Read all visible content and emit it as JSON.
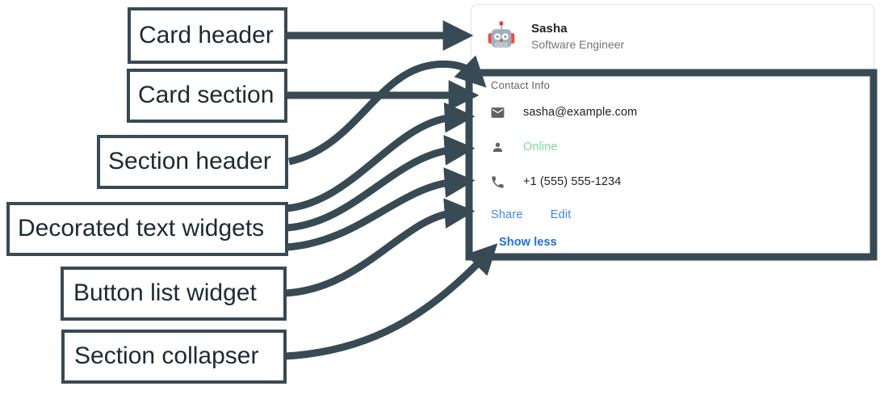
{
  "annotations": {
    "labels": [
      {
        "id": "card-header",
        "text": "Card header"
      },
      {
        "id": "card-section",
        "text": "Card section"
      },
      {
        "id": "section-header",
        "text": "Section header"
      },
      {
        "id": "decorated-text-widgets",
        "text": "Decorated text widgets"
      },
      {
        "id": "button-list-widget",
        "text": "Button list widget"
      },
      {
        "id": "section-collapser",
        "text": "Section collapser"
      }
    ],
    "stroke_color": "#384a54",
    "box_fill": "#ffffff"
  },
  "card": {
    "header": {
      "avatar_icon": "robot-avatar-icon",
      "title": "Sasha",
      "subtitle": "Software Engineer"
    },
    "section": {
      "header": "Contact Info",
      "text_widgets": [
        {
          "icon": "mail-icon",
          "text": "sasha@example.com",
          "color": "#202124"
        },
        {
          "icon": "person-icon",
          "text": "Online",
          "color": "#81d990"
        },
        {
          "icon": "phone-icon",
          "text": "+1 (555) 555-1234",
          "color": "#202124"
        }
      ],
      "button_list": [
        {
          "label": "Share"
        },
        {
          "label": "Edit"
        }
      ],
      "collapser": {
        "label": "Show less"
      }
    }
  },
  "colors": {
    "annotation": "#384a54",
    "link": "#3b86f0",
    "link_strong": "#1f6fd6",
    "online_green": "#81d990",
    "muted_text": "#5f6368",
    "primary_text": "#202124"
  }
}
